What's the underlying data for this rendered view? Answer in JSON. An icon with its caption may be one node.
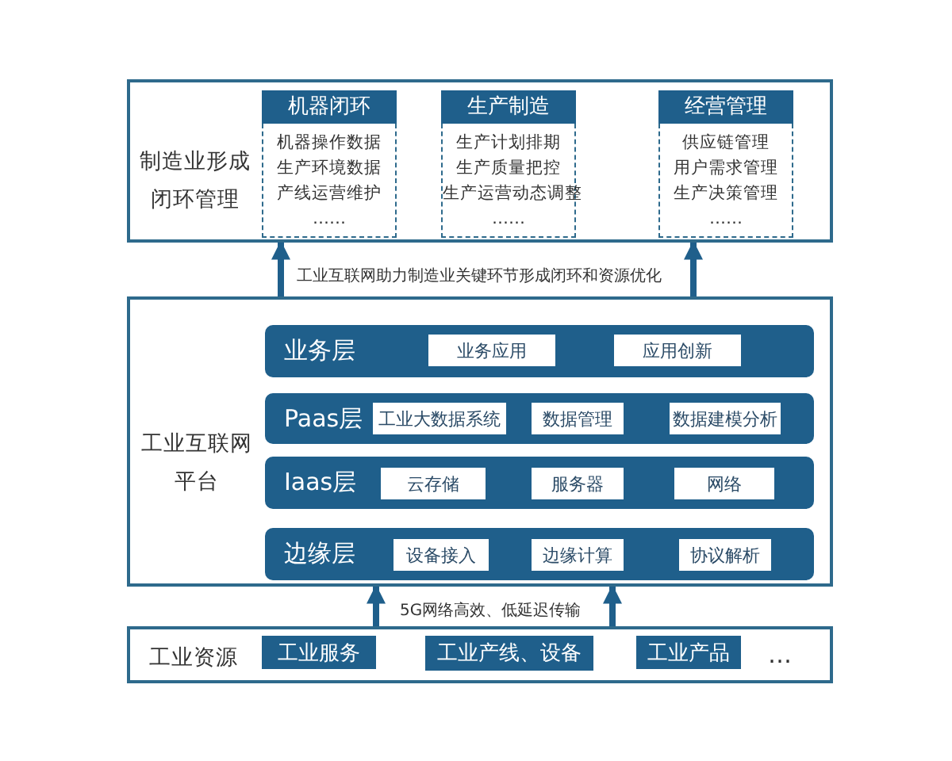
{
  "diagram": {
    "nodes": [
      {
        "text": [
          "制造业形成闭环管理"
        ]
      },
      {
        "text": [
          "机器闭环",
          "机器操作数据",
          "生产环境数据",
          "产线运营维护",
          "……"
        ],
        "in": 0
      },
      {
        "text": [
          "生产制造",
          "生产计划排期",
          "生产质量把控",
          "生产运营动态调整",
          "……"
        ],
        "in": 0
      },
      {
        "text": [
          "经营管理",
          "供应链管理",
          "用户需求管理",
          "生产决策管理",
          "……"
        ],
        "in": 0
      },
      {
        "text": [
          "工业互联网平台"
        ]
      },
      {
        "text": [
          "业务层"
        ],
        "in": 4
      },
      {
        "text": [
          "业务应用"
        ],
        "in": 5
      },
      {
        "text": [
          "应用创新"
        ],
        "in": 5
      },
      {
        "text": [
          "Paas层"
        ],
        "in": 4
      },
      {
        "text": [
          "工业大数据系统"
        ],
        "in": 8
      },
      {
        "text": [
          "数据管理"
        ],
        "in": 8
      },
      {
        "text": [
          "数据建模分析"
        ],
        "in": 8
      },
      {
        "text": [
          "Iaas层"
        ],
        "in": 4
      },
      {
        "text": [
          "云存储"
        ],
        "in": 12
      },
      {
        "text": [
          "服务器"
        ],
        "in": 12
      },
      {
        "text": [
          "网络"
        ],
        "in": 12
      },
      {
        "text": [
          "边缘层"
        ],
        "in": 4
      },
      {
        "text": [
          "设备接入"
        ],
        "in": 16
      },
      {
        "text": [
          "边缘计算"
        ],
        "in": 16
      },
      {
        "text": [
          "协议解析"
        ],
        "in": 16
      },
      {
        "text": [
          "工业资源"
        ]
      },
      {
        "text": [
          "工业服务"
        ],
        "in": 20
      },
      {
        "text": [
          "工业产线、设备"
        ],
        "in": 20
      },
      {
        "text": [
          "工业产品"
        ],
        "in": 20
      }
    ],
    "edges": [
      {
        "from": 4,
        "to": 0,
        "arrow": "to"
      },
      {
        "from": 4,
        "to": 0,
        "arrow": "to"
      },
      {
        "from": 20,
        "to": 4,
        "arrow": "to"
      },
      {
        "from": 20,
        "to": 4,
        "arrow": "to"
      }
    ],
    "labels": [
      "工业互联网助力制造业关键环节形成闭环和资源优化",
      "5G网络高效、低延迟传输",
      "…"
    ]
  }
}
